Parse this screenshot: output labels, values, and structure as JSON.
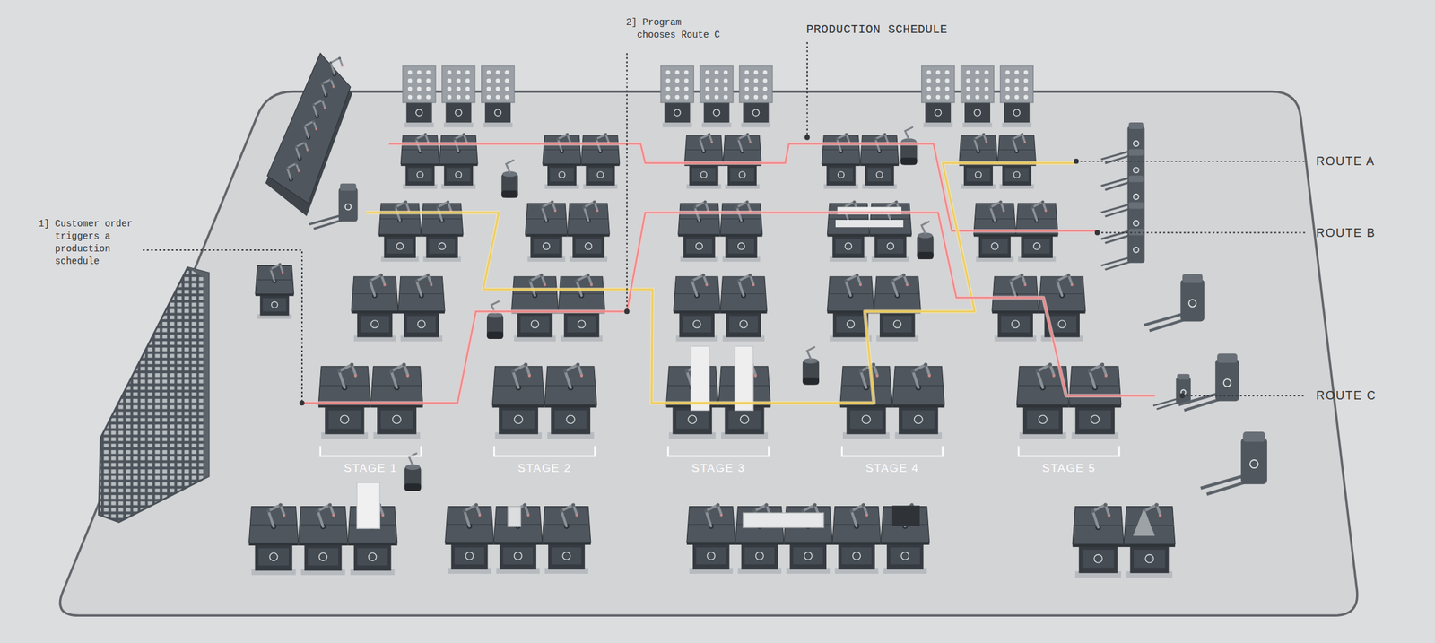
{
  "diagram": {
    "labels": [
      "2] Program chooses Route C",
      "PRODUCTION SCHEDULE",
      "ROUTE A",
      "ROUTE B",
      "1] Customer order triggers a production schedule",
      "ROUTE C",
      "STAGE 1",
      "STAGE 2",
      "STAGE 3",
      "STAGE 4",
      "STAGE 5"
    ]
  }
}
